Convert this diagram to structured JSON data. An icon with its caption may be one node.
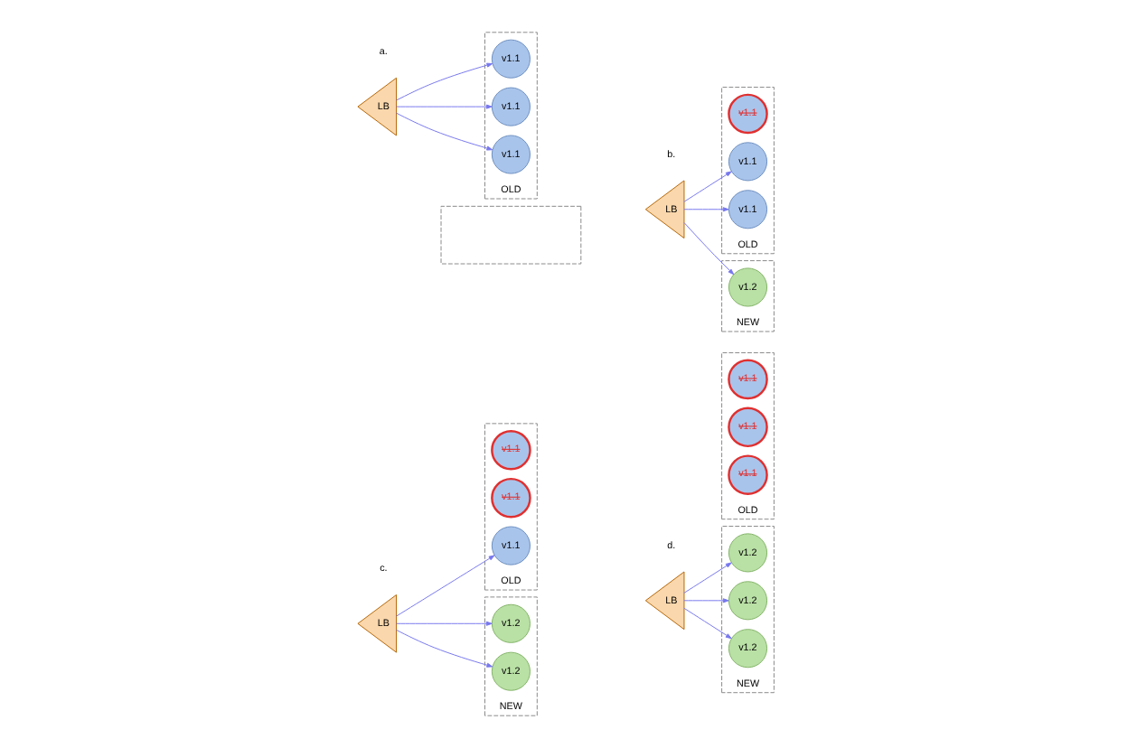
{
  "diagram": {
    "nodes": [
      {
        "text": [
          "OLD"
        ]
      },
      {
        "text": [
          "v1.1"
        ],
        "in": 0
      },
      {
        "text": [
          "v1.1"
        ],
        "in": 0
      },
      {
        "text": [
          "v1.1"
        ],
        "in": 0
      },
      {
        "text": [
          "LB"
        ]
      },
      {
        "text": [],
        "shape": "box"
      },
      {
        "text": [
          "OLD"
        ]
      },
      {
        "text": [
          "v1.1"
        ],
        "in": 6
      },
      {
        "text": [
          "v1.1"
        ],
        "in": 6
      },
      {
        "text": [
          "v1.1"
        ],
        "in": 6
      },
      {
        "text": [
          "LB"
        ]
      },
      {
        "text": [
          "NEW"
        ]
      },
      {
        "text": [
          "v1.2"
        ],
        "in": 11
      },
      {
        "text": [
          "OLD"
        ]
      },
      {
        "text": [
          "v1.1"
        ],
        "in": 13
      },
      {
        "text": [
          "v1.1"
        ],
        "in": 13
      },
      {
        "text": [
          "v1.1"
        ],
        "in": 13
      },
      {
        "text": [
          "LB"
        ]
      },
      {
        "text": [
          "NEW"
        ]
      },
      {
        "text": [
          "v1.2"
        ],
        "in": 18
      },
      {
        "text": [
          "v1.2"
        ],
        "in": 18
      },
      {
        "text": [
          "OLD"
        ]
      },
      {
        "text": [
          "v1.1"
        ],
        "in": 21
      },
      {
        "text": [
          "v1.1"
        ],
        "in": 21
      },
      {
        "text": [
          "v1.1"
        ],
        "in": 21
      },
      {
        "text": [
          "LB"
        ]
      },
      {
        "text": [
          "NEW"
        ]
      },
      {
        "text": [
          "v1.2"
        ],
        "in": 26
      },
      {
        "text": [
          "v1.2"
        ],
        "in": 26
      },
      {
        "text": [
          "v1.2"
        ],
        "in": 26
      }
    ],
    "edges": [
      {
        "from": 4,
        "to": 1,
        "arrow": "to"
      },
      {
        "from": 4,
        "to": 2,
        "arrow": "to"
      },
      {
        "from": 4,
        "to": 3,
        "arrow": "to"
      },
      {
        "from": 10,
        "to": 8,
        "arrow": "to"
      },
      {
        "from": 10,
        "to": 9,
        "arrow": "to"
      },
      {
        "from": 10,
        "to": 12,
        "arrow": "to"
      },
      {
        "from": 17,
        "to": 16,
        "arrow": "to"
      },
      {
        "from": 17,
        "to": 19,
        "arrow": "to"
      },
      {
        "from": 17,
        "to": 20,
        "arrow": "to"
      },
      {
        "from": 25,
        "to": 27,
        "arrow": "to"
      },
      {
        "from": 25,
        "to": 28,
        "arrow": "to"
      },
      {
        "from": 25,
        "to": 29,
        "arrow": "to"
      }
    ],
    "labels": [
      "a.",
      "b.",
      "c.",
      "d."
    ]
  }
}
